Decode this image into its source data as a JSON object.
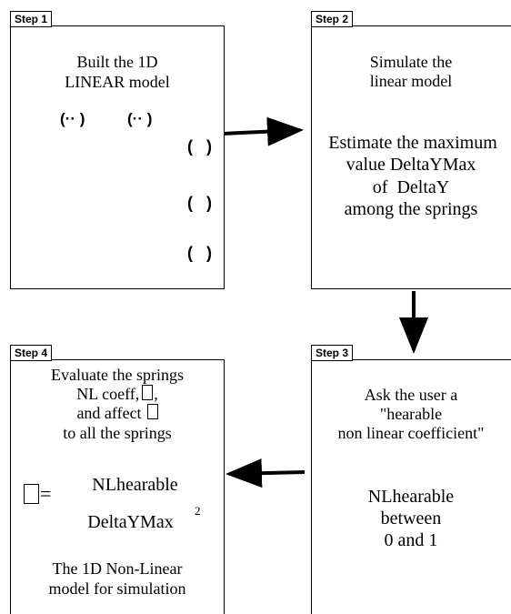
{
  "step1": {
    "label": "Step 1",
    "text_line1": "Built the 1D",
    "text_line2": "LINEAR model",
    "paren1": "(·· )",
    "paren2": "(·· )",
    "paren_right": "(   )"
  },
  "step2": {
    "label": "Step 2",
    "line1": "Simulate the",
    "line2": "linear model",
    "line3": "Estimate the maximum",
    "line4": "value DeltaYMax",
    "line5": "of  DeltaY",
    "line6": "among the springs"
  },
  "step3": {
    "label": "Step 3",
    "line1": "Ask the user a",
    "line2": "\"hearable",
    "line3": "non linear coefficient\"",
    "line4": "NLhearable",
    "line5": "between",
    "line6": "0 and 1"
  },
  "step4": {
    "label": "Step 4",
    "line1": "Evaluate the springs",
    "line2": "NL coeff,",
    "line2_end": ",",
    "line3": "and  affect",
    "line4": "to all the springs",
    "equals": "=",
    "numerator": "NLhearable",
    "denominator": "DeltaYMax",
    "exponent": "2",
    "line5": "The 1D Non-Linear",
    "line6": "model for simulation"
  }
}
